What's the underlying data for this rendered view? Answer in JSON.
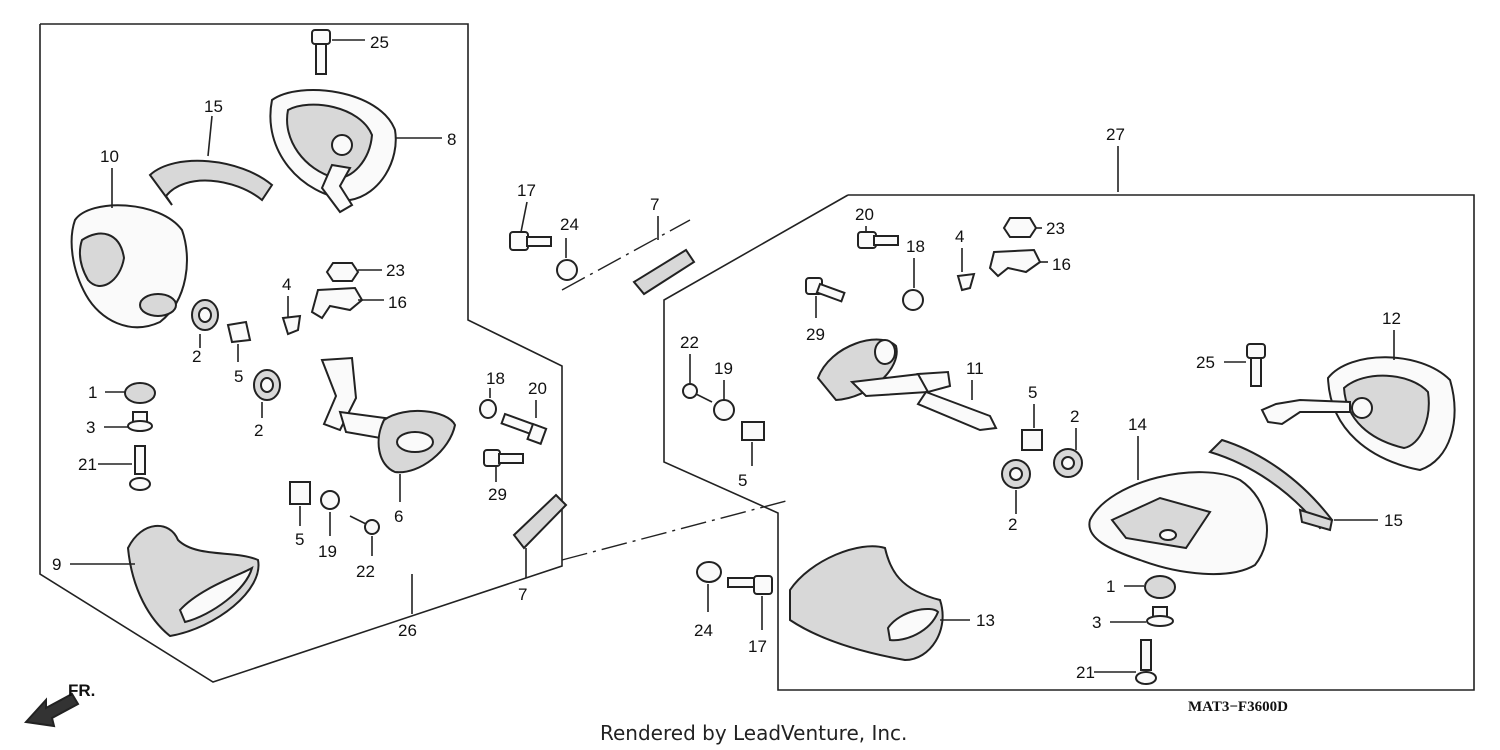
{
  "diagram_code": "MAT3−F3600D",
  "credit": "Rendered by LeadVenture, Inc.",
  "front_arrow_label": "FR.",
  "left_assembly": {
    "callouts": [
      "25",
      "15",
      "8",
      "10",
      "23",
      "16",
      "4",
      "2",
      "5",
      "2",
      "1",
      "3",
      "21",
      "9",
      "5",
      "19",
      "22",
      "6",
      "18",
      "20",
      "29",
      "17",
      "24",
      "7",
      "7",
      "26"
    ]
  },
  "right_assembly": {
    "callouts": [
      "27",
      "20",
      "18",
      "4",
      "23",
      "16",
      "29",
      "22",
      "19",
      "5",
      "11",
      "12",
      "25",
      "5",
      "2",
      "2",
      "14",
      "15",
      "1",
      "3",
      "21",
      "24",
      "17",
      "13"
    ]
  }
}
